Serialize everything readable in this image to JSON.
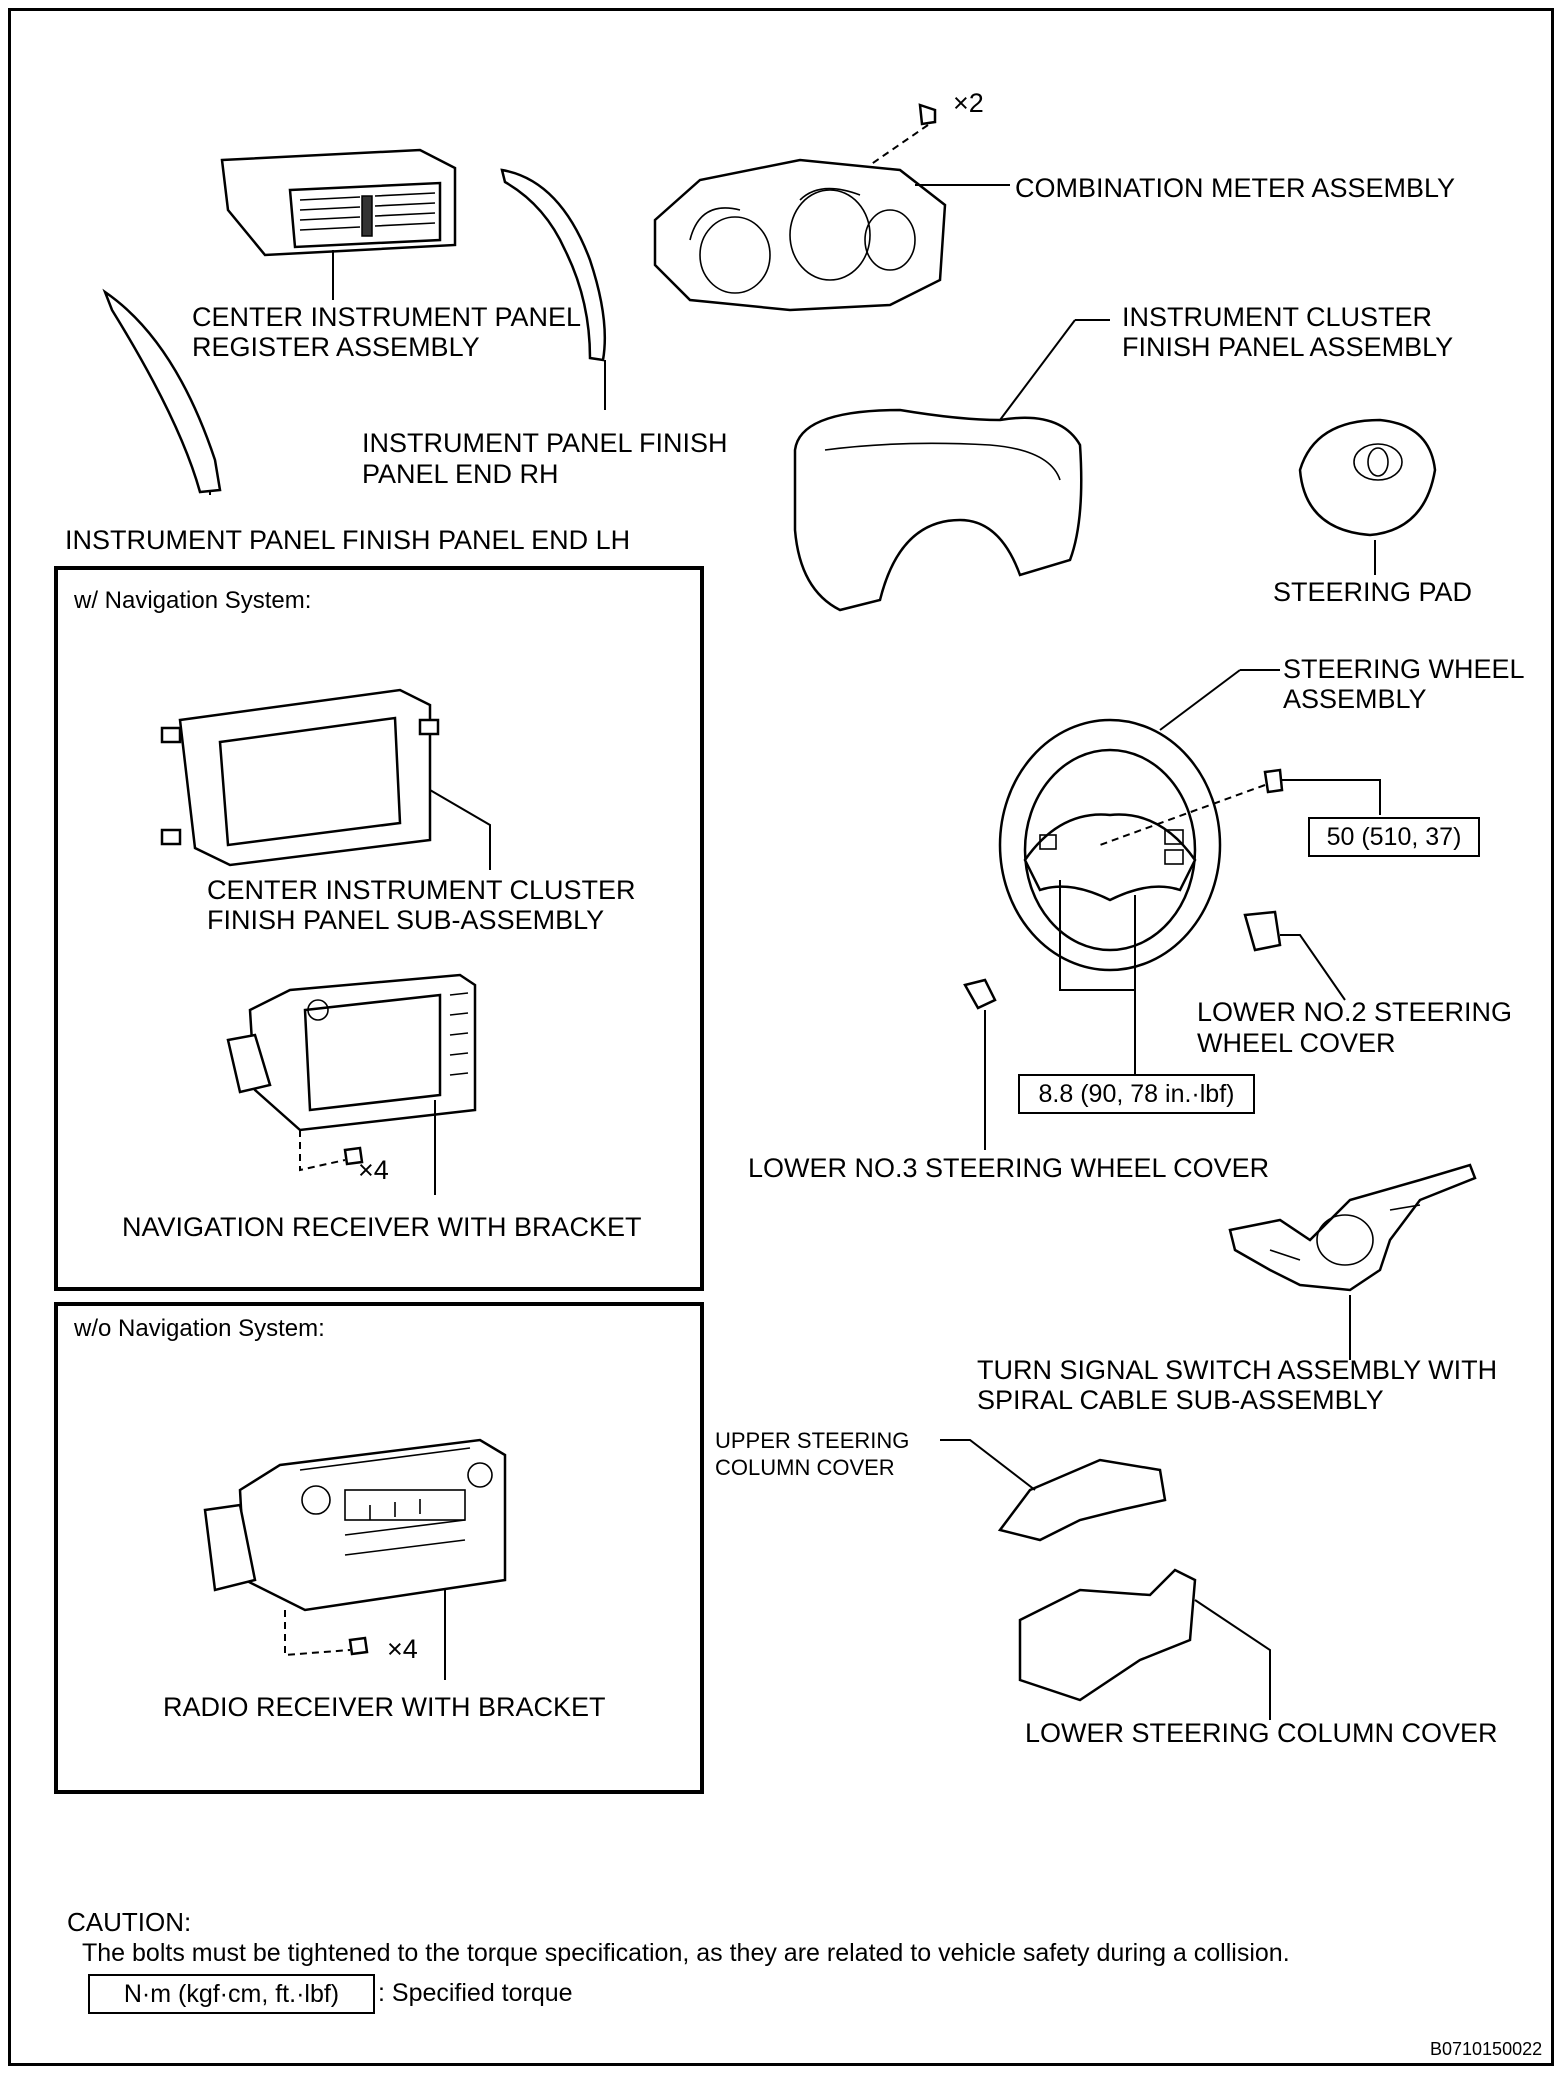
{
  "labels": {
    "combination_meter": "COMBINATION METER ASSEMBLY",
    "center_register_1": "CENTER INSTRUMENT PANEL",
    "center_register_2": "REGISTER ASSEMBLY",
    "finish_end_rh_1": "INSTRUMENT PANEL FINISH",
    "finish_end_rh_2": "PANEL END RH",
    "finish_end_lh": "INSTRUMENT PANEL FINISH PANEL END LH",
    "cluster_finish_1": "INSTRUMENT CLUSTER",
    "cluster_finish_2": "FINISH PANEL ASSEMBLY",
    "steering_pad": "STEERING PAD",
    "steering_wheel_1": "STEERING WHEEL",
    "steering_wheel_2": "ASSEMBLY",
    "lower_no2_1": "LOWER NO.2 STEERING",
    "lower_no2_2": "WHEEL COVER",
    "lower_no3": "LOWER NO.3 STEERING WHEEL COVER",
    "turn_signal_1": "TURN SIGNAL SWITCH ASSEMBLY WITH",
    "turn_signal_2": "SPIRAL CABLE SUB-ASSEMBLY",
    "upper_column_1": "UPPER STEERING",
    "upper_column_2": "COLUMN COVER",
    "lower_column": "LOWER STEERING COLUMN COVER",
    "center_cluster_sub_1": "CENTER INSTRUMENT CLUSTER",
    "center_cluster_sub_2": "FINISH PANEL SUB-ASSEMBLY",
    "nav_receiver": "NAVIGATION RECEIVER WITH BRACKET",
    "radio_receiver": "RADIO RECEIVER WITH BRACKET"
  },
  "sections": {
    "with_nav": "w/ Navigation System:",
    "without_nav": "w/o Navigation System:"
  },
  "quantities": {
    "meter_screws": "×2",
    "nav_screws": "×4",
    "radio_screws": "×4"
  },
  "torques": {
    "steering_nut": "50 (510, 37)",
    "cover_screw": "8.8 (90, 78 in.·lbf)"
  },
  "caution": {
    "title": "CAUTION:",
    "text": "The bolts must be tightened to the torque specification, as they are related to vehicle safety during a collision.",
    "legend_box": "N·m (kgf·cm, ft.·lbf)",
    "legend_text": ": Specified torque"
  },
  "figure_id": "B0710150022"
}
